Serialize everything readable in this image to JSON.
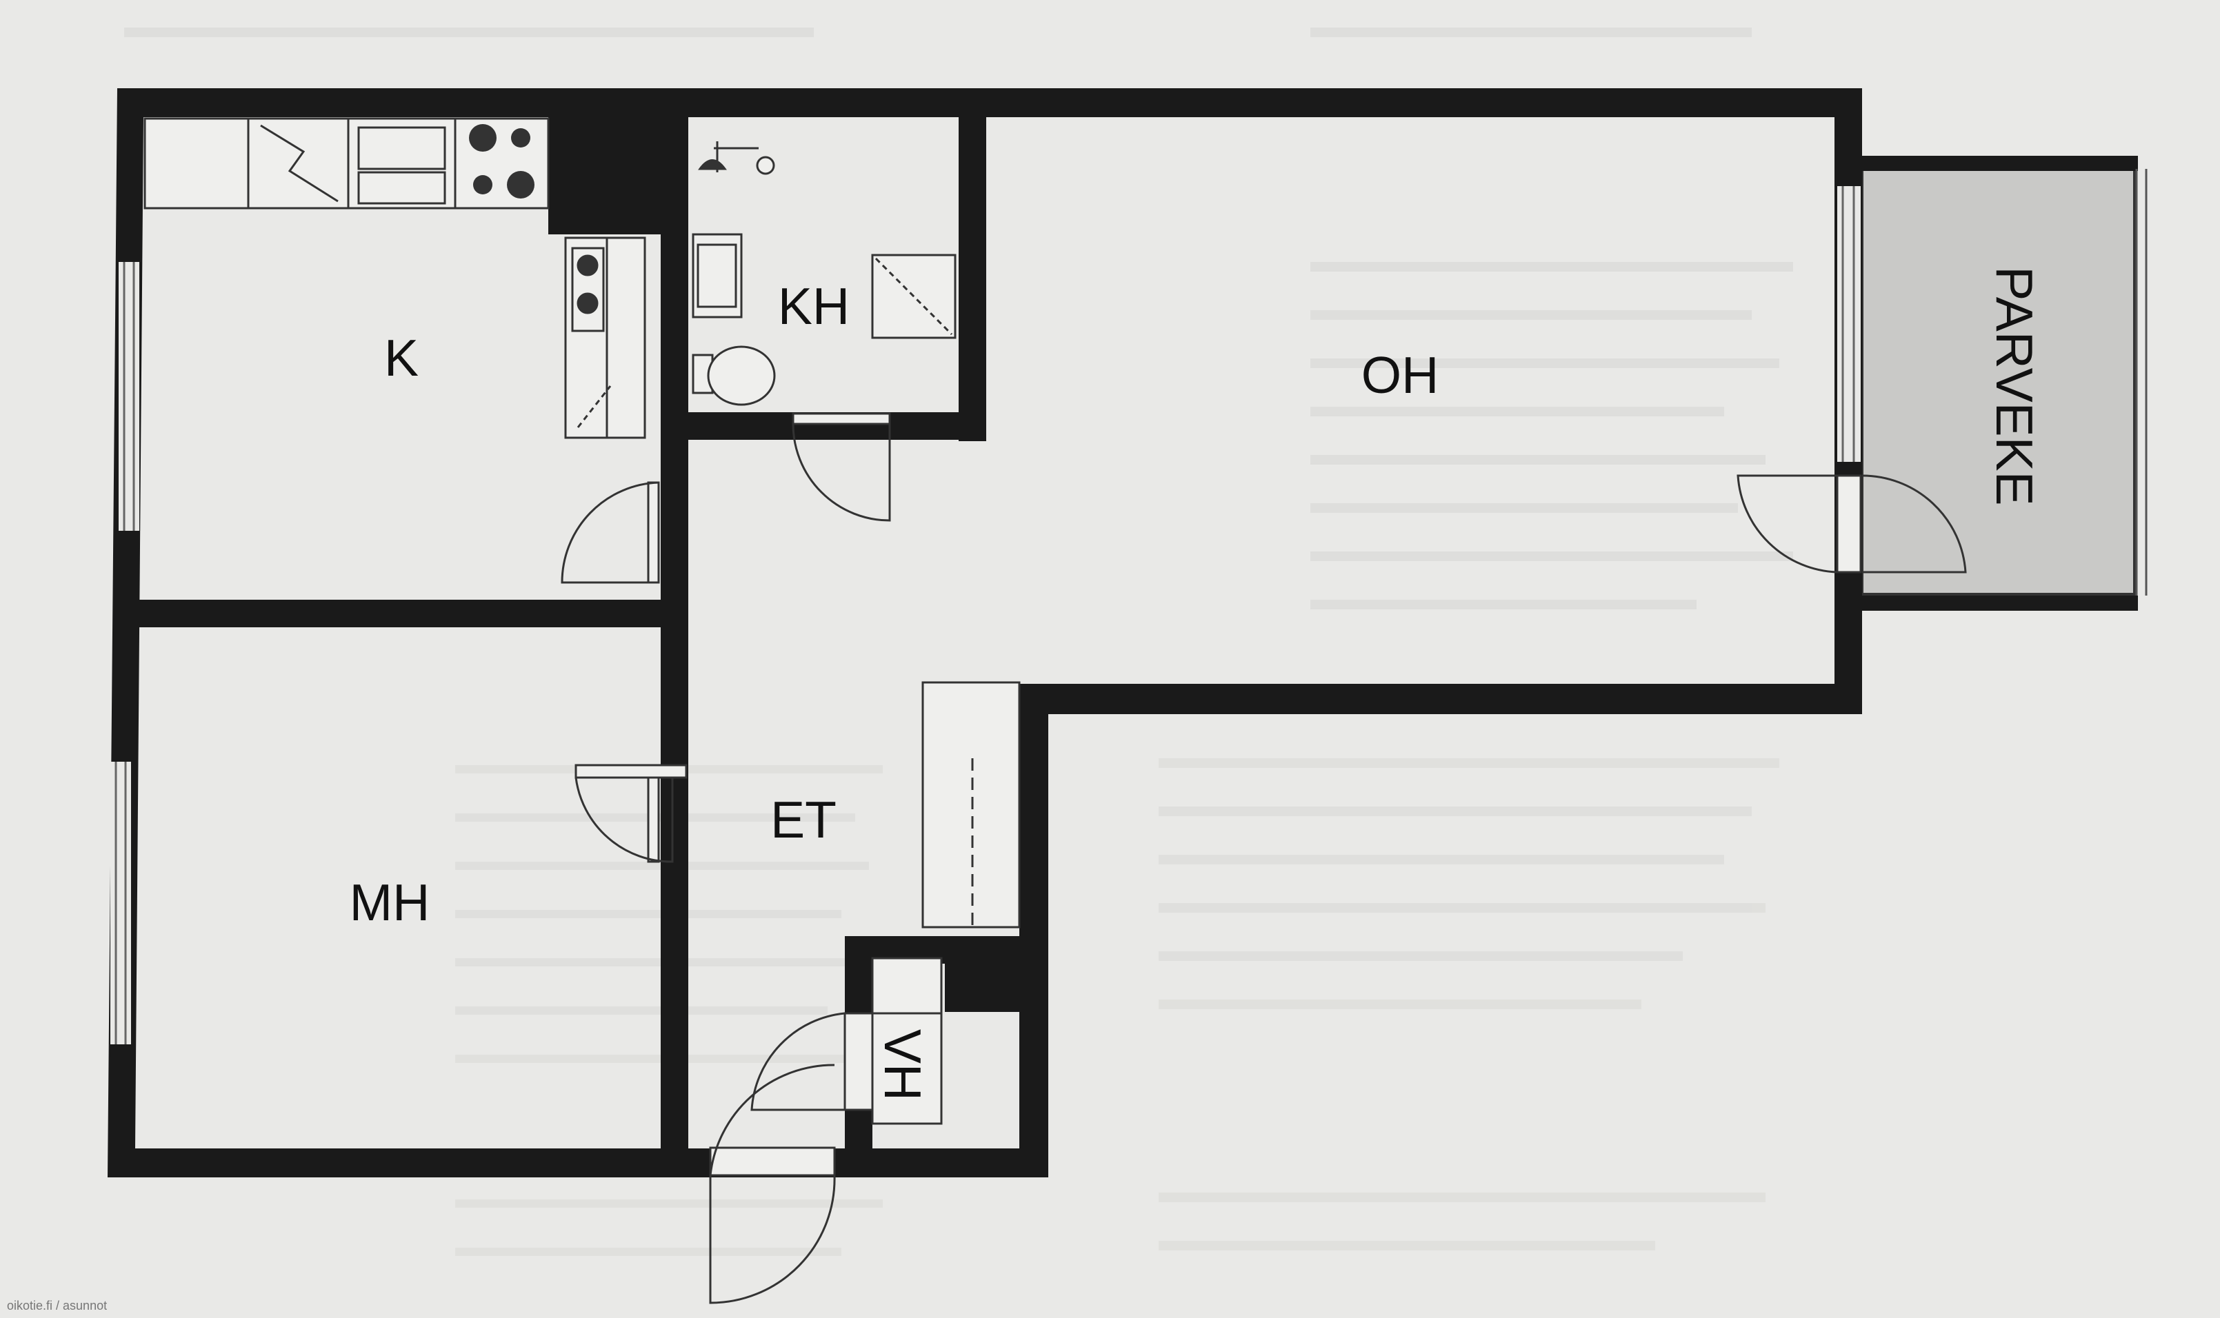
{
  "floorplan": {
    "rooms": {
      "kitchen": "K",
      "bathroom": "KH",
      "living_room": "OH",
      "balcony": "PARVEKE",
      "bedroom": "MH",
      "hallway": "ET",
      "wardrobe": "VH"
    },
    "watermark": "oikotie.fi / asunnot"
  },
  "colors": {
    "paper": "#e9e9e7",
    "wall": "#1a1a1a",
    "balcony_fill": "#c9c9c7",
    "window": "#bdbdbb"
  }
}
